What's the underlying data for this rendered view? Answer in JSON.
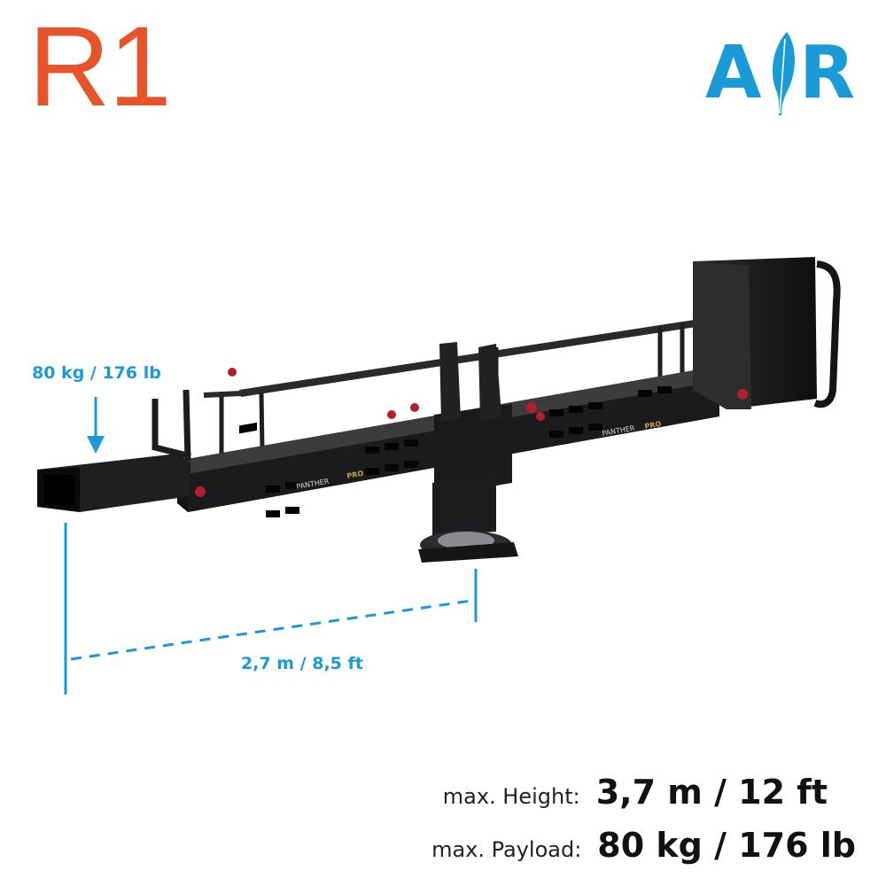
{
  "header": {
    "model": "R1",
    "brand": {
      "text_left": "A",
      "text_right": "R",
      "icon": "feather-icon",
      "color": "#1a9ad6"
    }
  },
  "colors": {
    "model_accent": "#e8542a",
    "dimension_blue": "#1a9ad6",
    "crane_body": "#1c1c1e"
  },
  "annotations": {
    "payload_arrow_label": "80 kg / 176 lb",
    "reach_label": "2,7 m / 8,5 ft"
  },
  "crane": {
    "side_branding": "PANTHER",
    "side_badge": "PRO"
  },
  "specs": [
    {
      "key": "max. Height:",
      "value": "3,7 m / 12 ft"
    },
    {
      "key": "max. Payload:",
      "value": "80 kg / 176 lb"
    }
  ]
}
